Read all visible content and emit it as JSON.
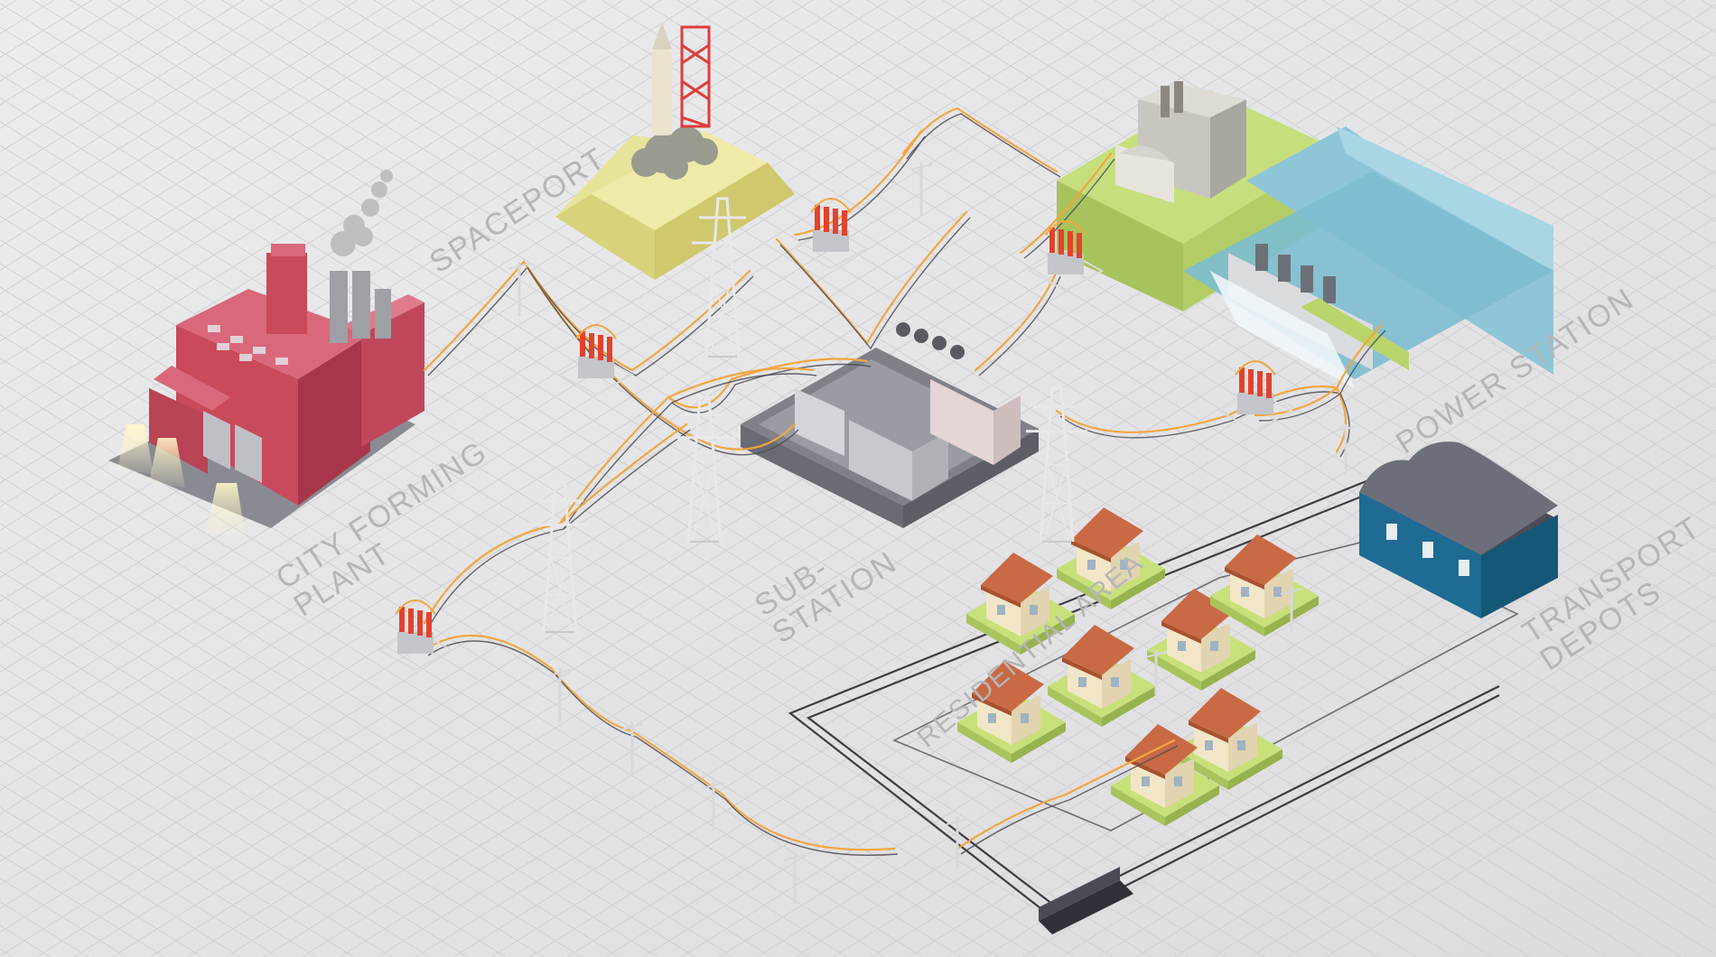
{
  "labels": {
    "spaceport": "SPACEPORT",
    "city_plant": "CITY FORMING\nPLANT",
    "substation": "SUB-\nSTATION",
    "power_station": "POWER STATION",
    "transport_depots": "TRANSPORT\nDEPOTS",
    "residential_area": "RESIDENTIAL AREA"
  },
  "colors": {
    "background": "#e6e6e8",
    "grid": "#cfcfd3",
    "label": "#b5b5b9",
    "plant_red": "#c94a5a",
    "plant_red_dark": "#a8364a",
    "sand": "#e8e39a",
    "grass": "#b9d46a",
    "water": "#8ec6d8",
    "depot_blue": "#1e6b93",
    "roof_orange": "#c96a45",
    "power_line_orange": "#f2a640",
    "power_line_dark": "#4a4a52",
    "insulator_red": "#e3422b",
    "track": "#3c3c44"
  },
  "icons": [
    "factory-icon",
    "rocket-icon",
    "launch-tower-icon",
    "transmission-tower-icon",
    "transformer-icon",
    "hydro-dam-icon",
    "depot-building-icon",
    "house-icon",
    "train-icon"
  ]
}
